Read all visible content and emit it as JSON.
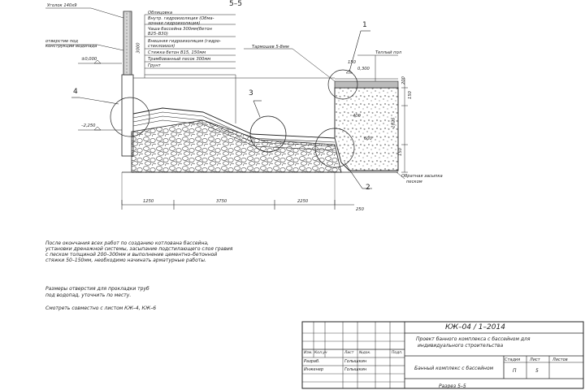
{
  "drawing": {
    "section_title": "5–5",
    "labels": {
      "angle": "Уголок 140х9",
      "opening": "отверстие под конструкции водопада",
      "level_zero": "±0,000",
      "level_bottom": "–2,250",
      "level_top": "0,300",
      "tether": "Тармошев 5-8мм",
      "warm_floor": "Теплый пол",
      "backfill_1": "Обратная засыпка",
      "backfill_2": "песком"
    },
    "layers": [
      "Облицовка",
      "Внутр. гидроизоляция (Обма-",
      "зочная гидроизоляция)",
      "Чаша бассейна 300мм(бетон",
      "B25–B30)",
      "Внешняя гидроизоляция (гидро-",
      "стеклоизол)",
      "Стяжка бетон B15, 150мм",
      "Трамбованный песок 300мм",
      "Грунт"
    ],
    "markers": [
      "1",
      "2",
      "3",
      "4"
    ],
    "dimensions": {
      "bottom": [
        "1250",
        "3750",
        "2250",
        "250"
      ],
      "vertical_right": [
        "200",
        "150",
        "1825",
        "150"
      ],
      "small": [
        "150",
        "400",
        "3000",
        "600"
      ]
    }
  },
  "notes": {
    "paragraph": [
      "После окончания всех работ по созданию котлована бассейна,",
      "установки дренажной системы, засыпание подстилающего слоя гравия",
      "с песком толщиной 200–300мм и выполнение цементно–бетонной",
      "стяжки 50–150мм, необходимо начинать арматурные работы."
    ],
    "sizes": [
      "Размеры отверстия для прокладки труб",
      "под водопад, уточнить по месту."
    ],
    "see_also": "Смотреть совместно с листом КЖ–4, КЖ–6"
  },
  "title_block": {
    "code": "КЖ–04  /  1–2014",
    "project_1": "Проект банного комплекса с бассейном для",
    "project_2": "индивидуального строительства",
    "headers": [
      "Изм.",
      "Кол.уч",
      "Лист",
      "№док.",
      "Подп."
    ],
    "developer_role": "Разраб.",
    "developer_name": "Голышкин",
    "engineer_role": "Инженер",
    "engineer_name": "Голышкин",
    "object": "Банный комплекс с бассейном",
    "stage_label": "Стадия",
    "sheet_label": "Лист",
    "sheets_label": "Листов",
    "stage_value": "П",
    "sheet_value": "5",
    "sheet_name": "Разрез 5–5"
  }
}
